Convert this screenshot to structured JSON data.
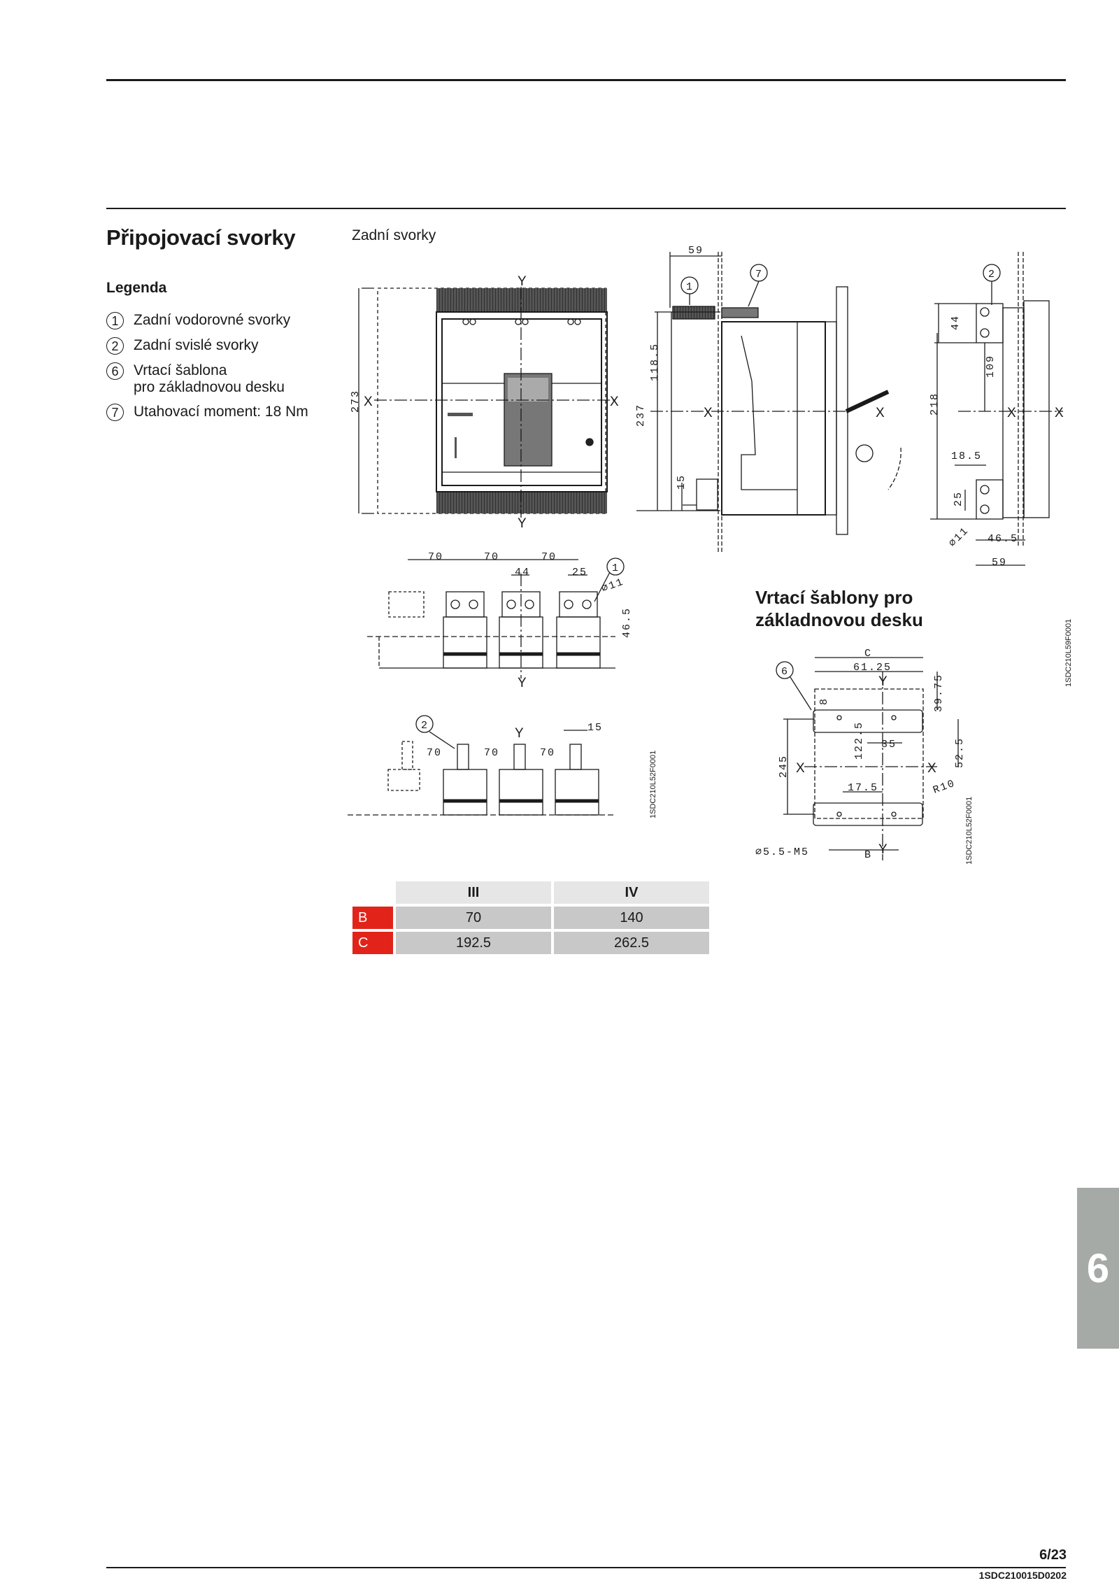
{
  "page": {
    "title": "Připojovací svorky",
    "subtitle": "Zadní svorky",
    "legend_title": "Legenda",
    "legend": [
      {
        "num": "1",
        "text": "Zadní vodorovné svorky"
      },
      {
        "num": "2",
        "text": "Zadní svislé svorky"
      },
      {
        "num": "6",
        "text": "Vrtací šablona\npro základnovou desku"
      },
      {
        "num": "7",
        "text": "Utahovací moment: 18 Nm"
      }
    ],
    "section2_title": "Vrtací šablony pro\nzákladnovou desku",
    "tab_number": "6",
    "page_number": "6/23",
    "doc_code": "1SDC210015D0202",
    "drawing_codes": [
      "1SDC210L59F0001",
      "1SDC210L52F0001",
      "1SDC210L52F0001"
    ]
  },
  "drawing": {
    "front": {
      "dim_height": "273",
      "axis_x": "X",
      "axis_y": "Y"
    },
    "side": {
      "dim_top": "59",
      "dim_height": "237",
      "dim_center": "118.5",
      "dim_bottom": "15",
      "callouts": [
        "1",
        "7"
      ]
    },
    "side_vertical": {
      "dim_44": "44",
      "dim_109": "109",
      "dim_218": "218",
      "dim_185": "18.5",
      "dim_25": "25",
      "dim_465": "46.5",
      "dim_59": "59",
      "dia": "∅11",
      "callout": "2"
    },
    "top_horizontal": {
      "dims": [
        "70",
        "70",
        "70"
      ],
      "dim_44": "44",
      "dim_25": "25",
      "dia": "∅11",
      "dim_465": "46.5",
      "callout": "1"
    },
    "top_vertical": {
      "dims": [
        "70",
        "70",
        "70"
      ],
      "dim_15": "15",
      "callout": "2"
    },
    "template": {
      "c": "C",
      "dim_6125": "61.25",
      "dim_3975": "39.75",
      "dim_8": "8",
      "dim_1225": "122.5",
      "dim_35": "35",
      "dim_525": "52.5",
      "dim_245": "245",
      "dim_175": "17.5",
      "r10": "R10",
      "hole": "∅5.5-M5",
      "b": "B",
      "callout": "6"
    }
  },
  "table": {
    "headers": [
      "III",
      "IV"
    ],
    "rows": [
      {
        "key": "B",
        "values": [
          "70",
          "140"
        ]
      },
      {
        "key": "C",
        "values": [
          "192.5",
          "262.5"
        ]
      }
    ]
  },
  "colors": {
    "key_red": "#e2231a",
    "tab_grey": "#a6aaa7"
  }
}
